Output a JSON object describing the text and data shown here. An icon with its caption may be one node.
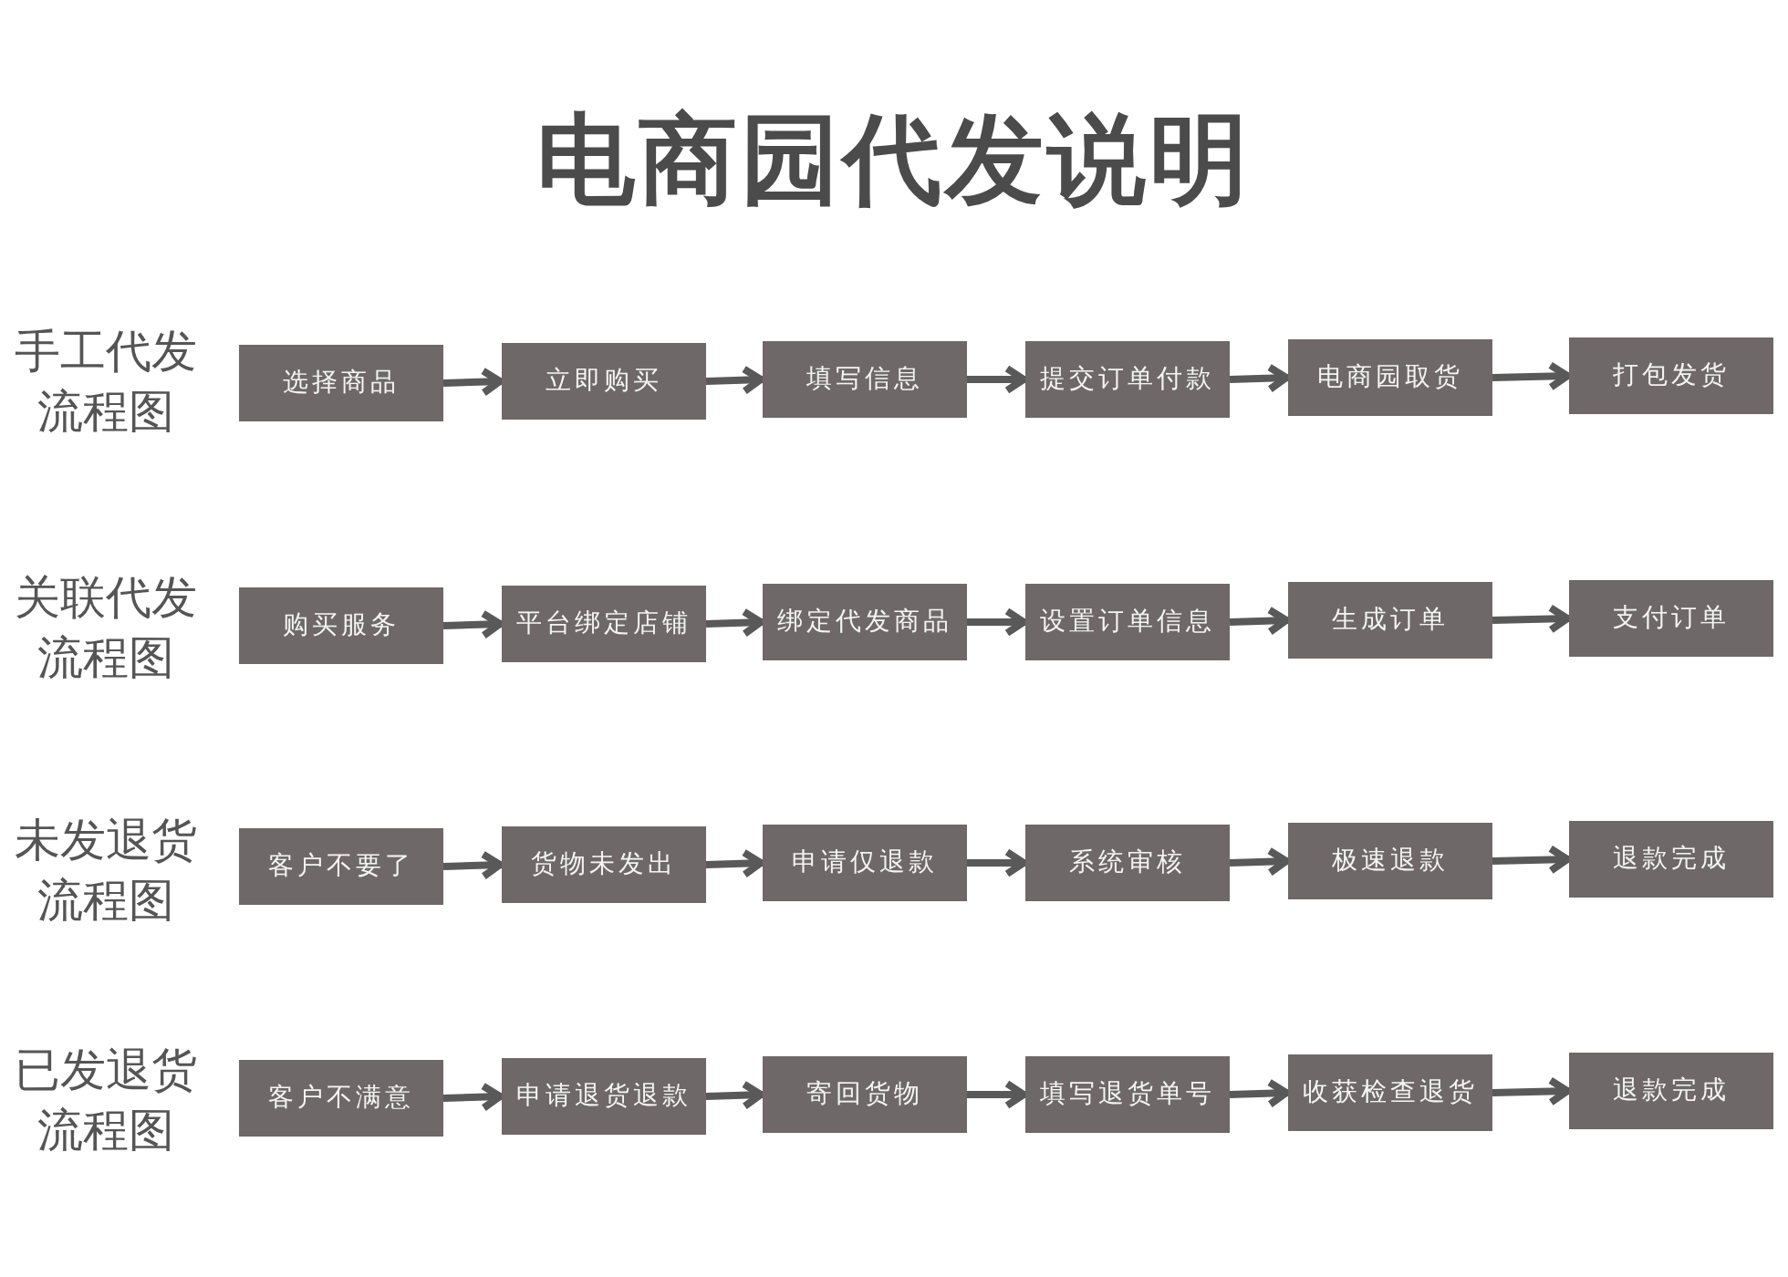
{
  "diagram": {
    "title": "电商园代发说明",
    "nodes": [
      {
        "text": [
          "选择商品"
        ]
      },
      {
        "text": [
          "立即购买"
        ]
      },
      {
        "text": [
          "填写信息"
        ]
      },
      {
        "text": [
          "提交订单付款"
        ]
      },
      {
        "text": [
          "电商园取货"
        ]
      },
      {
        "text": [
          "打包发货"
        ]
      },
      {
        "text": [
          "购买服务"
        ]
      },
      {
        "text": [
          "平台绑定店铺"
        ]
      },
      {
        "text": [
          "绑定代发商品"
        ]
      },
      {
        "text": [
          "设置订单信息"
        ]
      },
      {
        "text": [
          "生成订单"
        ]
      },
      {
        "text": [
          "支付订单"
        ]
      },
      {
        "text": [
          "客户不要了"
        ]
      },
      {
        "text": [
          "货物未发出"
        ]
      },
      {
        "text": [
          "申请仅退款"
        ]
      },
      {
        "text": [
          "系统审核"
        ]
      },
      {
        "text": [
          "极速退款"
        ]
      },
      {
        "text": [
          "退款完成"
        ]
      },
      {
        "text": [
          "客户不满意"
        ]
      },
      {
        "text": [
          "申请退货退款"
        ]
      },
      {
        "text": [
          "寄回货物"
        ]
      },
      {
        "text": [
          "填写退货单号"
        ]
      },
      {
        "text": [
          "收获检查退货"
        ]
      },
      {
        "text": [
          "退款完成"
        ]
      }
    ],
    "edges": [
      {
        "from": 0,
        "to": 1,
        "arrow": "to"
      },
      {
        "from": 1,
        "to": 2,
        "arrow": "to"
      },
      {
        "from": 2,
        "to": 3,
        "arrow": "to"
      },
      {
        "from": 3,
        "to": 4,
        "arrow": "to"
      },
      {
        "from": 4,
        "to": 5,
        "arrow": "to"
      },
      {
        "from": 6,
        "to": 7,
        "arrow": "to"
      },
      {
        "from": 7,
        "to": 8,
        "arrow": "to"
      },
      {
        "from": 8,
        "to": 9,
        "arrow": "to"
      },
      {
        "from": 9,
        "to": 10,
        "arrow": "to"
      },
      {
        "from": 10,
        "to": 11,
        "arrow": "to"
      },
      {
        "from": 12,
        "to": 13,
        "arrow": "to"
      },
      {
        "from": 13,
        "to": 14,
        "arrow": "to"
      },
      {
        "from": 14,
        "to": 15,
        "arrow": "to"
      },
      {
        "from": 15,
        "to": 16,
        "arrow": "to"
      },
      {
        "from": 16,
        "to": 17,
        "arrow": "to"
      },
      {
        "from": 18,
        "to": 19,
        "arrow": "to"
      },
      {
        "from": 19,
        "to": 20,
        "arrow": "to"
      },
      {
        "from": 20,
        "to": 21,
        "arrow": "to"
      },
      {
        "from": 21,
        "to": 22,
        "arrow": "to"
      },
      {
        "from": 22,
        "to": 23,
        "arrow": "to"
      }
    ],
    "labels": [
      "手工代发流程图",
      "关联代发流程图",
      "未发退货流程图",
      "已发退货流程图"
    ]
  }
}
